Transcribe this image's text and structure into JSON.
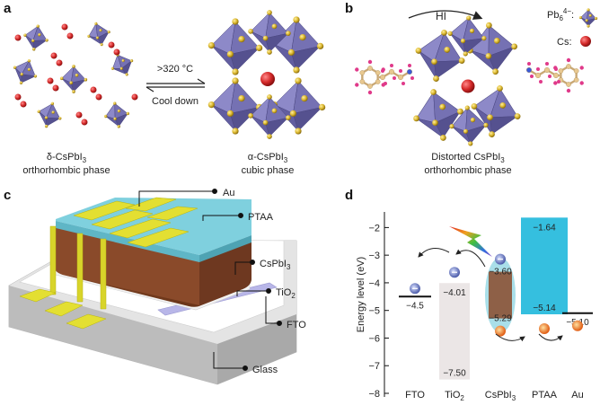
{
  "panels": {
    "a": {
      "letter": "a",
      "arrow_forward": ">320 °C",
      "arrow_back": "Cool down",
      "left_title": "δ-CsPbI",
      "left_title_sub": "3",
      "left_phase": "orthorhombic phase",
      "right_title": "α-CsPbI",
      "right_title_sub": "3",
      "right_phase": "cubic phase"
    },
    "b": {
      "letter": "b",
      "reagent": "HI",
      "legend_pb": "Pb",
      "legend_pb_sub": "6",
      "legend_pb_sup": "4−",
      "legend_pb_colon": ":",
      "legend_cs": "Cs:",
      "title": "Distorted CsPbI",
      "title_sub": "3",
      "phase": "orthorhombic phase"
    },
    "c": {
      "letter": "c",
      "labels": [
        {
          "text": "Au",
          "sub": ""
        },
        {
          "text": "PTAA",
          "sub": ""
        },
        {
          "text": "CsPbI",
          "sub": "3"
        },
        {
          "text": "TiO",
          "sub": "2"
        },
        {
          "text": "FTO",
          "sub": ""
        },
        {
          "text": "Glass",
          "sub": ""
        }
      ]
    },
    "d": {
      "letter": "d",
      "chart_data": {
        "type": "bar",
        "ylabel": "Energy level (eV)",
        "ylim": [
          -8,
          -1.5
        ],
        "yticks": [
          "−2",
          "−3",
          "−4",
          "−5",
          "−6",
          "−7",
          "−8"
        ],
        "ytick_values": [
          -2,
          -3,
          -4,
          -5,
          -6,
          -7,
          -8
        ],
        "categories": [
          "FTO",
          "TiO",
          "CsPbI",
          "PTAA",
          "Au"
        ],
        "category_subs": [
          "",
          "2",
          "3",
          "",
          ""
        ],
        "levels": [
          {
            "category": "FTO",
            "kind": "line",
            "value": -4.5,
            "label": "−4.5",
            "color": "#111111"
          },
          {
            "category": "TiO2",
            "kind": "band",
            "top": -4.01,
            "bottom": -7.5,
            "top_label": "−4.01",
            "bottom_label": "−7.50",
            "color": "#ebe6e6"
          },
          {
            "category": "CsPbI3",
            "kind": "band",
            "top": -3.6,
            "bottom": -5.29,
            "top_label": "−3.60",
            "bottom_label": "−5.29",
            "color": "#a9dfe9"
          },
          {
            "category": "PTAA",
            "kind": "band",
            "top": -1.64,
            "bottom": -5.14,
            "top_label": "−1.64",
            "bottom_label": "−5.14",
            "color": "#35bfdf"
          },
          {
            "category": "Au",
            "kind": "line",
            "value": -5.1,
            "label": "−5.10",
            "color": "#111111"
          }
        ]
      }
    }
  },
  "colors": {
    "octahedron": "#7c78b8",
    "octahedron_dark": "#57538f",
    "iodide": "#d9b52c",
    "cesium": "#d42a2a",
    "au": "#e3df32",
    "ptaa": "#6fcbdc",
    "perovskite": "#8a4a2a",
    "tio2": "#f4f4f4",
    "fto": "#c9c9ee",
    "glass": "#cfcfcf"
  }
}
